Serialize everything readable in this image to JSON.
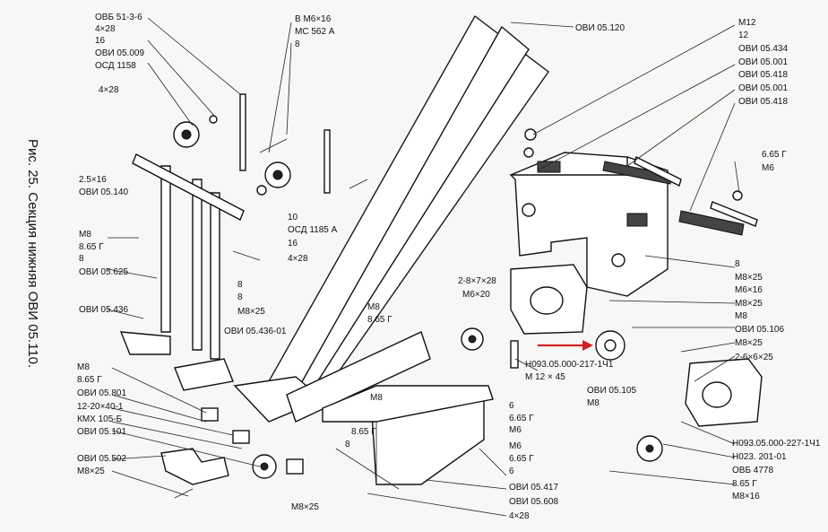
{
  "caption": "Рис. 25. Секция нижняя ОВИ 05.110.",
  "accent_color": "#d42020",
  "callouts": {
    "top_left": [
      "ОВБ 51-3-6",
      "4×28",
      "16",
      "ОВИ 05.009",
      "ОСД 1158"
    ],
    "top_center": [
      "В М6×16",
      "МС 562 А",
      "8"
    ],
    "top_right_chute": "ОВИ 05.120",
    "right_stack": [
      "M12",
      "12",
      "ОВИ 05.434",
      "ОВИ 05.001",
      "ОВИ 05.418",
      "ОВИ 05.001",
      "ОВИ 05.418"
    ],
    "right_bracket": [
      "6.65 Г",
      "M6"
    ],
    "sprocket_left_upper": "4×28",
    "shaft_left": [
      "2.5×16",
      "ОВИ 05.140"
    ],
    "sprocket_mid_lower": [
      "10",
      "ОСД 1185 А",
      "16",
      "4×28"
    ],
    "left_fasteners": [
      "M8",
      "8.65 Г",
      "8",
      "ОВИ 05.625"
    ],
    "left_frame": "ОВИ 05.436",
    "center_fasteners": [
      "8",
      "8",
      "M8×25"
    ],
    "center_nut": [
      "M8",
      "8.65 Г"
    ],
    "gearbox_top": [
      "2-8×7×28",
      "M6×20"
    ],
    "right_fasteners": [
      "8",
      "M8×25",
      "M6×16",
      "M8×25",
      "M8",
      "ОВИ 05.106",
      "M8×25",
      "2-6×6×25"
    ],
    "red_arrow_target": "Н093.05.000-217-1Ч1",
    "red_arrow_bolt": "M 12 × 45",
    "sprocket_right": [
      "ОВИ 05.105",
      "M8"
    ],
    "frame_lower": "ОВИ 05.436-01",
    "bottom_left": [
      "M8",
      "8.65 Г",
      "ОВИ 05.801",
      "12-20×40-1",
      "КМХ 105-Б",
      "ОВИ 05.101"
    ],
    "bottom_left_bracket": [
      "ОВИ 05.502",
      "M8×25"
    ],
    "center_lower": [
      "M8",
      "8.65 Г",
      "8"
    ],
    "hopper_right": [
      "6",
      "6.65 Г",
      "M6",
      "M6",
      "6.65 Г",
      "6"
    ],
    "hopper_bottom": [
      "ОВИ 05.417",
      "ОВИ 05.608",
      "4×28"
    ],
    "bottom_center": "M8×25",
    "bottom_right": [
      "Н093.05.000-227-1Ч1",
      "Н023. 201-01",
      "ОВБ 4778",
      "8.65 Г",
      "M8×16"
    ]
  }
}
